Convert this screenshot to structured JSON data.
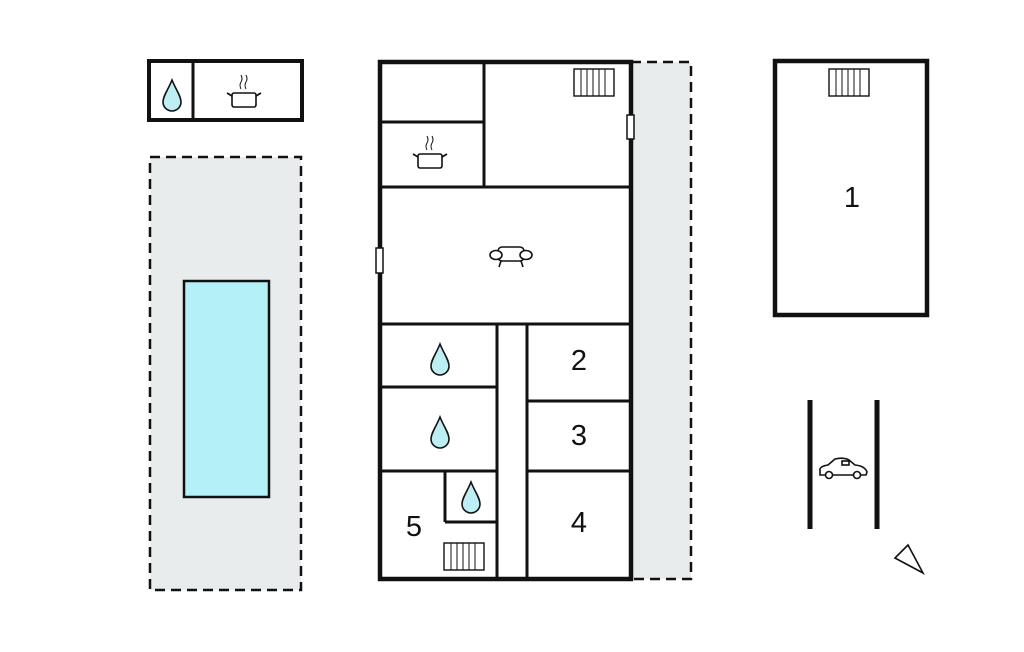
{
  "plan": {
    "rooms": [
      {
        "id": "annex",
        "label": "1"
      },
      {
        "id": "bedroom-2",
        "label": "2"
      },
      {
        "id": "bedroom-3",
        "label": "3"
      },
      {
        "id": "bedroom-4",
        "label": "4"
      },
      {
        "id": "bedroom-5",
        "label": "5"
      }
    ],
    "icons": [
      "water-drop-icon",
      "cooking-pot-icon",
      "radiator-icon",
      "sofa-icon",
      "car-icon",
      "north-arrow-icon",
      "window-icon"
    ],
    "colors": {
      "wall": "#111111",
      "terrace": "#e8eced",
      "pool": "#b4f0f8",
      "water": "#bdeef4"
    }
  }
}
